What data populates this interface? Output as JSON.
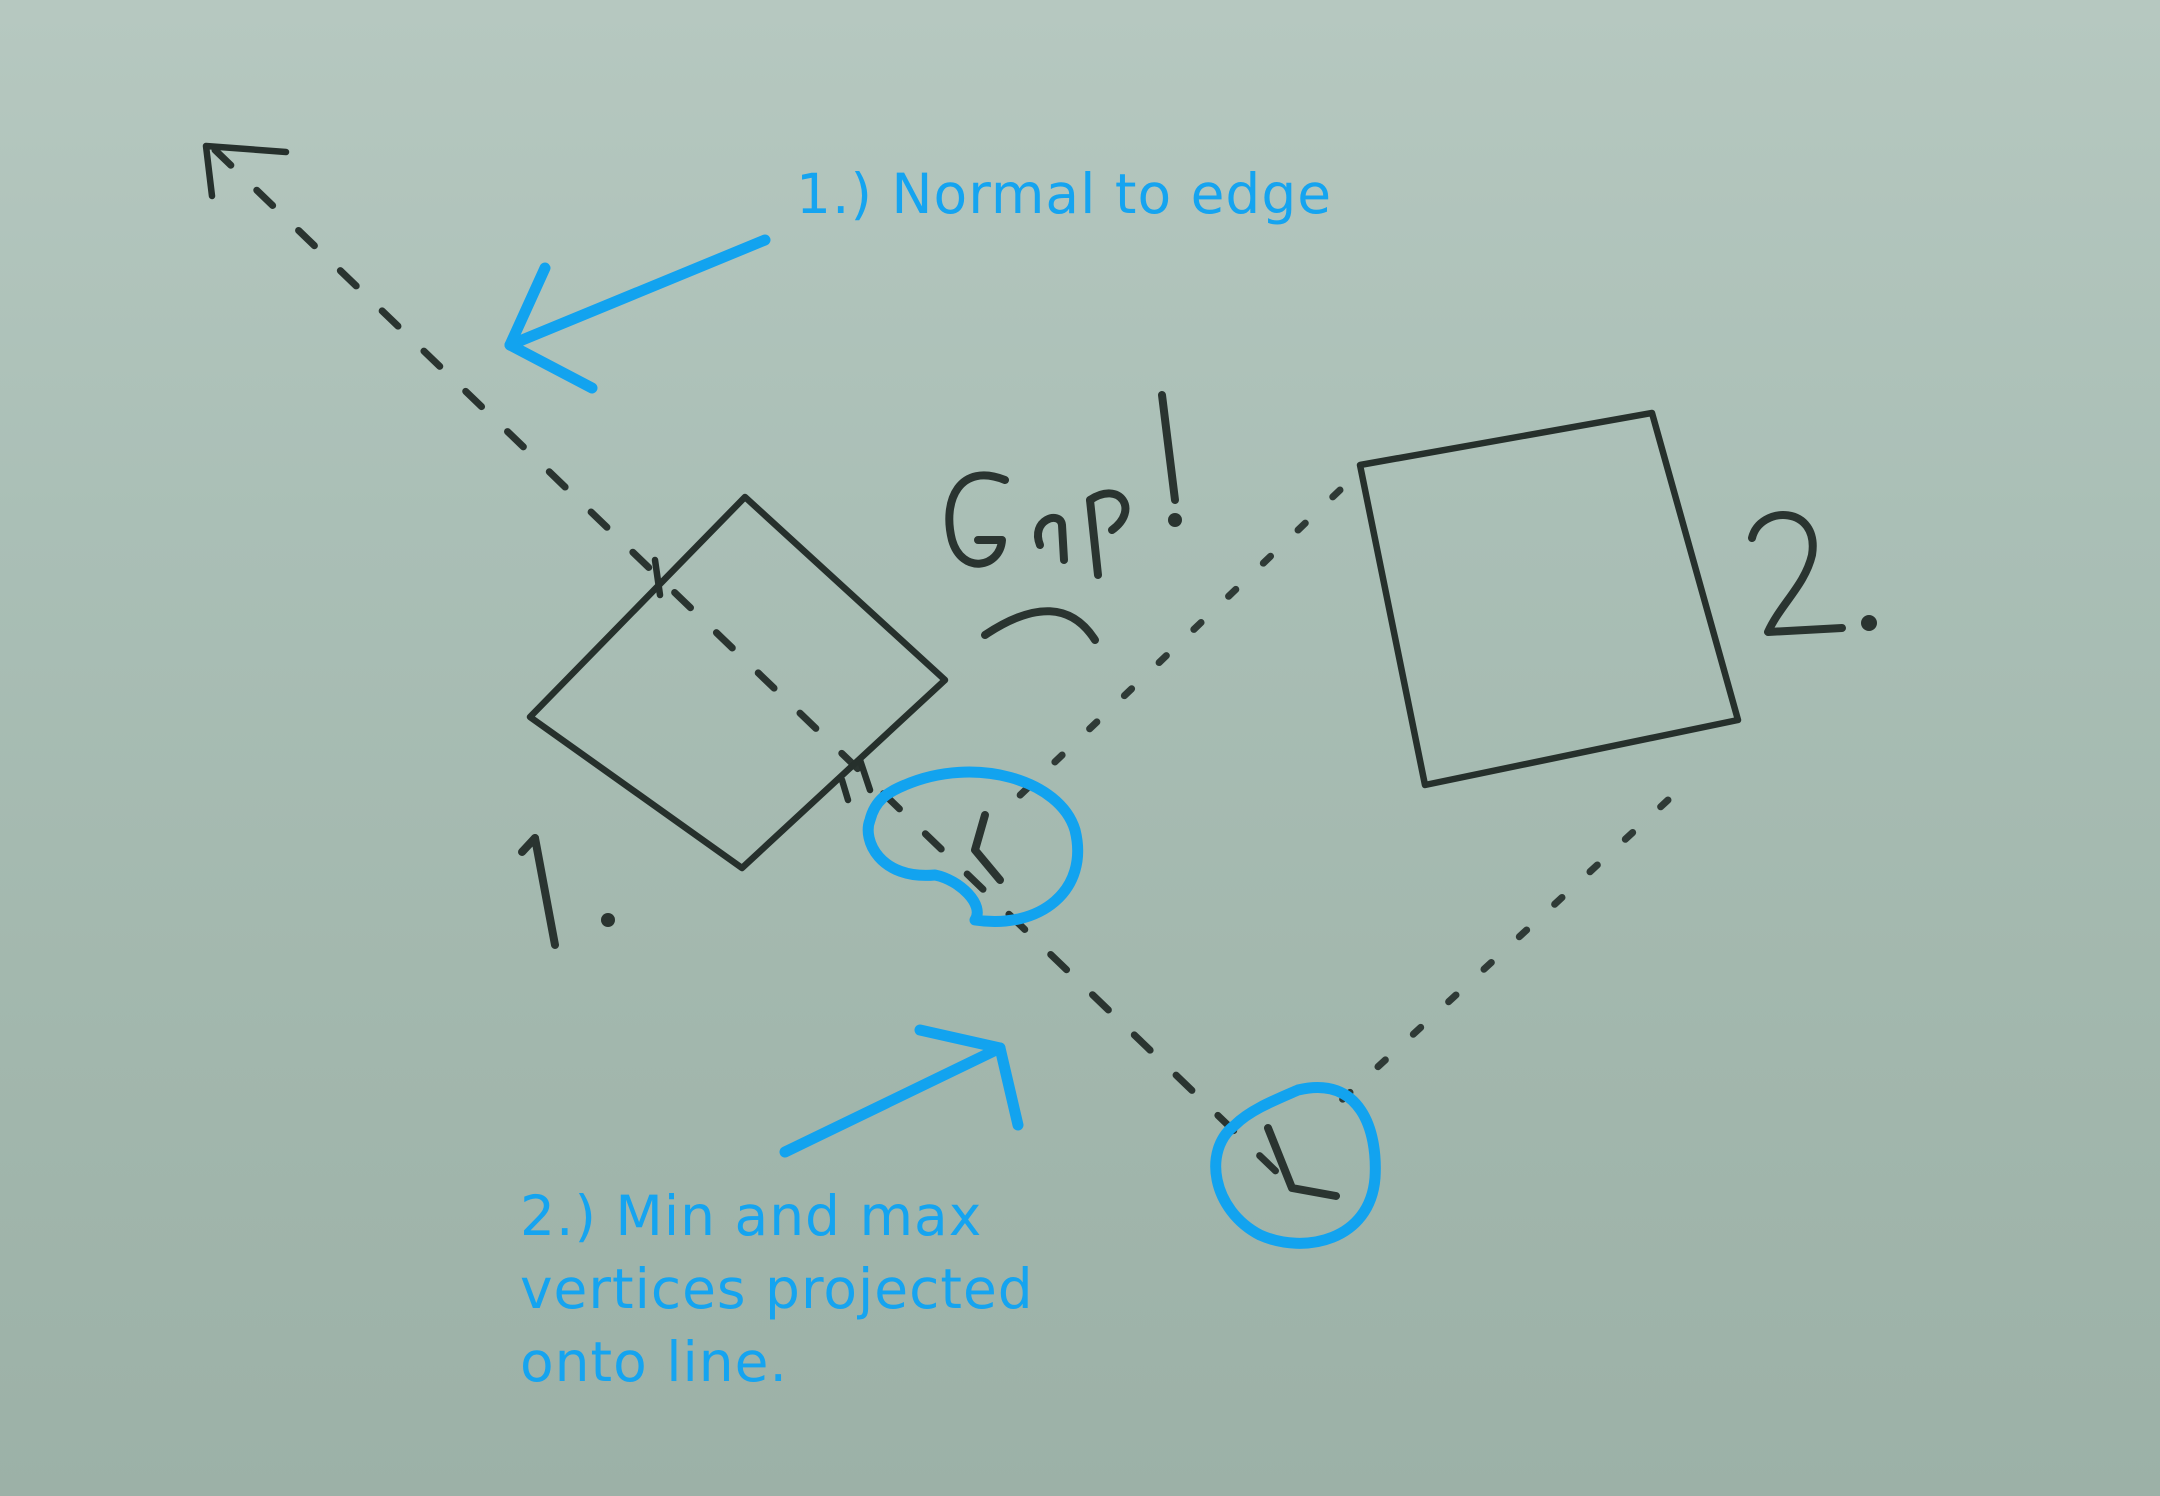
{
  "annotations": {
    "normal_to_edge": "1.) Normal to edge",
    "projection": {
      "lines": [
        "2.) Min and max",
        "vertices projected",
        "onto line."
      ]
    }
  },
  "handwritten_labels": {
    "shape_1": "1.",
    "shape_2": "2.",
    "gap": "Gap!"
  },
  "colors": {
    "board": "#a9bdb4",
    "ink": "#26302c",
    "annotation": "#15a4f0"
  }
}
